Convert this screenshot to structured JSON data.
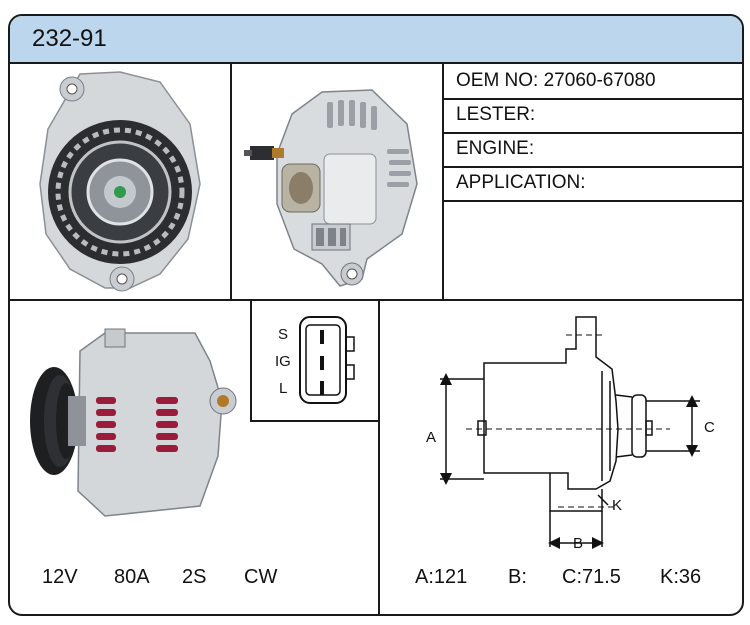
{
  "header": {
    "part_number": "232-91"
  },
  "specs": [
    {
      "label": "OEM NO: 27060-67080"
    },
    {
      "label": "LESTER:"
    },
    {
      "label": "ENGINE:"
    },
    {
      "label": "APPLICATION:"
    }
  ],
  "connector": {
    "pins": [
      "S",
      "IG",
      "L"
    ]
  },
  "ratings": {
    "voltage": "12V",
    "amperage": "80A",
    "groove": "2S",
    "rotation": "CW"
  },
  "dimensions": {
    "label_a": "A",
    "label_b": "B",
    "label_c": "C",
    "label_k": "K",
    "a": "A:121",
    "b": "B:",
    "c": "C:71.5",
    "k": "K:36"
  },
  "colors": {
    "header_bg": "#bcd6ee",
    "border": "#1a1a1a",
    "body_metal": "#d8dcdf",
    "slot_red": "#9b1b3a"
  }
}
